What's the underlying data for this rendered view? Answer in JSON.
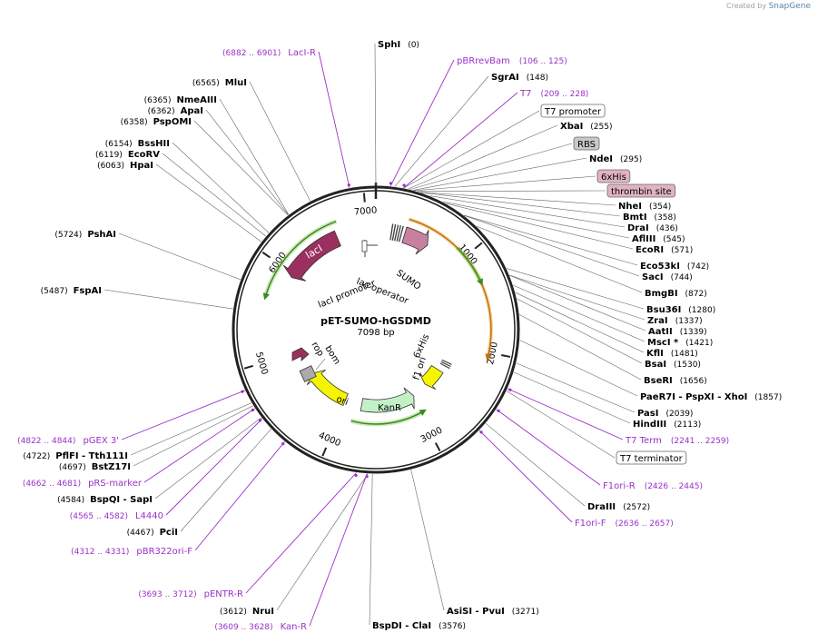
{
  "credit": {
    "prefix": "Created by",
    "brand": "SnapGene"
  },
  "plasmid": {
    "name": "pET-SUMO-hGSDMD",
    "size_label": "7098 bp",
    "length": 7098
  },
  "ticks": [
    "1000",
    "2000",
    "3000",
    "4000",
    "5000",
    "6000",
    "7000"
  ],
  "enzymes": [
    {
      "pos": 0,
      "name": "SphI",
      "coord": "(0)"
    },
    {
      "pos": 148,
      "name": "SgrAI",
      "coord": "(148)"
    },
    {
      "pos": 255,
      "name": "XbaI",
      "coord": "(255)"
    },
    {
      "pos": 295,
      "name": "NdeI",
      "coord": "(295)"
    },
    {
      "pos": 354,
      "name": "NheI",
      "coord": "(354)"
    },
    {
      "pos": 358,
      "name": "BmtI",
      "coord": "(358)"
    },
    {
      "pos": 436,
      "name": "DraI",
      "coord": "(436)"
    },
    {
      "pos": 545,
      "name": "AflIII",
      "coord": "(545)"
    },
    {
      "pos": 571,
      "name": "EcoRI",
      "coord": "(571)"
    },
    {
      "pos": 742,
      "name": "Eco53kI",
      "coord": "(742)"
    },
    {
      "pos": 744,
      "name": "SacI",
      "coord": "(744)"
    },
    {
      "pos": 872,
      "name": "BmgBI",
      "coord": "(872)"
    },
    {
      "pos": 1280,
      "name": "Bsu36I",
      "coord": "(1280)"
    },
    {
      "pos": 1337,
      "name": "ZraI",
      "coord": "(1337)"
    },
    {
      "pos": 1339,
      "name": "AatII",
      "coord": "(1339)"
    },
    {
      "pos": 1421,
      "name": "MscI *",
      "coord": "(1421)"
    },
    {
      "pos": 1481,
      "name": "KflI",
      "coord": "(1481)"
    },
    {
      "pos": 1530,
      "name": "BsaI",
      "coord": "(1530)"
    },
    {
      "pos": 1656,
      "name": "BseRI",
      "coord": "(1656)"
    },
    {
      "pos": 1857,
      "name": "PaeR7I   - PspXI   - XhoI",
      "coord": "(1857)"
    },
    {
      "pos": 2039,
      "name": "PasI",
      "coord": "(2039)"
    },
    {
      "pos": 2113,
      "name": "HindIII",
      "coord": "(2113)"
    },
    {
      "pos": 2572,
      "name": "DraIII",
      "coord": "(2572)"
    },
    {
      "pos": 3271,
      "name": "AsiSI   - PvuI",
      "coord": "(3271)"
    },
    {
      "pos": 3576,
      "name": "BspDI   - ClaI",
      "coord": "(3576)"
    },
    {
      "pos": 3612,
      "name": "NruI",
      "coord": "(3612)"
    },
    {
      "pos": 4467,
      "name": "PciI",
      "coord": "(4467)"
    },
    {
      "pos": 4584,
      "name": "BspQI   - SapI",
      "coord": "(4584)"
    },
    {
      "pos": 4697,
      "name": "BstZ17I",
      "coord": "(4697)"
    },
    {
      "pos": 4722,
      "name": "PflFI   - Tth111I",
      "coord": "(4722)"
    },
    {
      "pos": 5487,
      "name": "FspAI",
      "coord": "(5487)"
    },
    {
      "pos": 5724,
      "name": "PshAI",
      "coord": "(5724)"
    },
    {
      "pos": 6063,
      "name": "HpaI",
      "coord": "(6063)"
    },
    {
      "pos": 6119,
      "name": "EcoRV",
      "coord": "(6119)"
    },
    {
      "pos": 6154,
      "name": "BssHII",
      "coord": "(6154)"
    },
    {
      "pos": 6358,
      "name": "PspOMI",
      "coord": "(6358)"
    },
    {
      "pos": 6362,
      "name": "ApaI",
      "coord": "(6362)"
    },
    {
      "pos": 6365,
      "name": "NmeAIII",
      "coord": "(6365)"
    },
    {
      "pos": 6565,
      "name": "MluI",
      "coord": "(6565)"
    }
  ],
  "primers": [
    {
      "pos": 6890,
      "name": "LacI-R",
      "range": "(6882 .. 6901)"
    },
    {
      "pos": 115,
      "name": "pBRrevBam",
      "range": "(106 .. 125)"
    },
    {
      "pos": 218,
      "name": "T7",
      "range": "(209 .. 228)"
    },
    {
      "pos": 2250,
      "name": "T7 Term",
      "range": "(2241 .. 2259)"
    },
    {
      "pos": 2435,
      "name": "F1ori-R",
      "range": "(2426 .. 2445)"
    },
    {
      "pos": 2646,
      "name": "F1ori-F",
      "range": "(2636 .. 2657)"
    },
    {
      "pos": 3702,
      "name": "pENTR-R",
      "range": "(3693 .. 3712)"
    },
    {
      "pos": 3618,
      "name": "Kan-R",
      "range": "(3609 .. 3628)"
    },
    {
      "pos": 4321,
      "name": "pBR322ori-F",
      "range": "(4312 .. 4331)"
    },
    {
      "pos": 4573,
      "name": "L4440",
      "range": "(4565 .. 4582)"
    },
    {
      "pos": 4671,
      "name": "pRS-marker",
      "range": "(4662 .. 4681)"
    },
    {
      "pos": 4833,
      "name": "pGEX 3'",
      "range": "(4822 .. 4844)"
    }
  ],
  "boxed": [
    {
      "pos": 220,
      "name": "T7 promoter",
      "style": "white"
    },
    {
      "pos": 270,
      "name": "RBS",
      "style": "gray"
    },
    {
      "pos": 305,
      "name": "6xHis",
      "style": "pink"
    },
    {
      "pos": 330,
      "name": "thrombin site",
      "style": "pink"
    },
    {
      "pos": 2270,
      "name": "T7 terminator",
      "style": "white"
    }
  ],
  "features": [
    {
      "name": "lacI",
      "start": 5950,
      "end": 6650,
      "color": "#9b3060"
    },
    {
      "name": "SUMO",
      "start": 330,
      "end": 620,
      "color": "#c8809f"
    },
    {
      "name": "KanR",
      "start": 2950,
      "end": 3750,
      "color": "#c4f0c8"
    },
    {
      "name": "ori",
      "start": 4050,
      "end": 4650,
      "color": "#f5f500"
    },
    {
      "name": "f1 ori",
      "start": 2700,
      "end": 2500,
      "color": "#f5f500"
    },
    {
      "name": "rop",
      "start": 5180,
      "end": 5300,
      "color": "#9b3060"
    }
  ],
  "small_labels": [
    "lacI promoter",
    "lac operator",
    "6xHis",
    "bom"
  ],
  "colors": {
    "primer": "#9b30c8",
    "enzyme": "#000000",
    "orf": "#7ec850",
    "gsdmd": "#f0a030"
  }
}
